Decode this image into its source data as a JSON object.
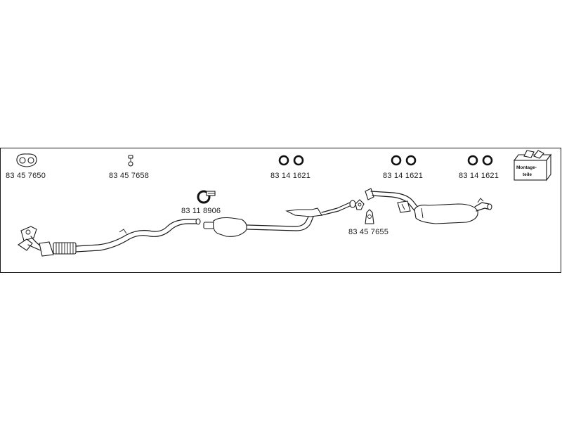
{
  "parts": [
    {
      "id": "gasket",
      "number": "83 45 7650"
    },
    {
      "id": "hanger",
      "number": "83 45 7658"
    },
    {
      "id": "orings-1",
      "number": "83 14 1621"
    },
    {
      "id": "orings-2",
      "number": "83 14 1621"
    },
    {
      "id": "orings-3",
      "number": "83 14 1621"
    },
    {
      "id": "clamp",
      "number": "83 11 8906"
    },
    {
      "id": "bracket",
      "number": "83 45 7655"
    }
  ],
  "montage_kit": {
    "label_line1": "Montage-",
    "label_line2": "teile"
  },
  "colors": {
    "line": "#1a1a1a",
    "background": "#ffffff"
  }
}
